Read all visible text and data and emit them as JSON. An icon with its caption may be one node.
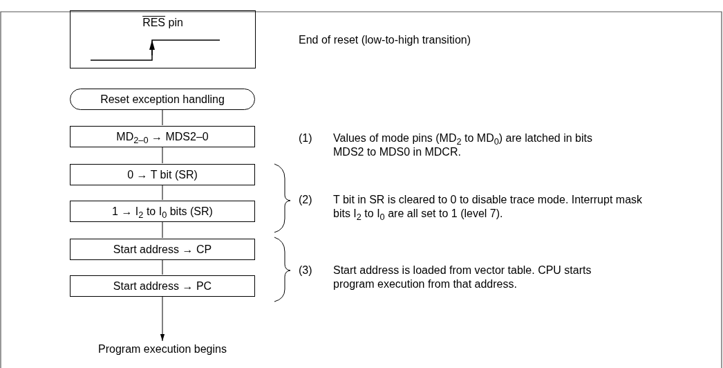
{
  "diagram": {
    "nodes": [
      {
        "text": [
          "RES pin"
        ],
        "beside": [
          "End of reset (low-to-high transition)"
        ]
      },
      {
        "text": [
          "Reset exception handling"
        ]
      },
      {
        "text": [
          "MD$_{2–0}$ → MDS2–0"
        ]
      },
      {
        "text": [
          "0 → T bit (SR)"
        ]
      },
      {
        "text": [
          "1 → I$_{2}$ to I$_{0}$ bits (SR)"
        ]
      },
      {
        "text": [
          "Start address → CP"
        ]
      },
      {
        "text": [
          "Start address → PC"
        ]
      },
      {
        "text": [
          "Program execution begins"
        ]
      }
    ],
    "edges": [
      {
        "from": 1,
        "to": 2,
        "arrow": "none"
      },
      {
        "from": 2,
        "to": 3,
        "arrow": "none"
      },
      {
        "from": 3,
        "to": 4,
        "arrow": "none"
      },
      {
        "from": 4,
        "to": 5,
        "arrow": "none"
      },
      {
        "from": 5,
        "to": 6,
        "arrow": "none"
      },
      {
        "from": 6,
        "to": 7,
        "arrow": "to"
      }
    ],
    "labels": [
      "(1)",
      "Values of mode pins (MD$_{2}$ to MD$_{0}$) are latched in bits MDS2 to MDS0 in MDCR.",
      "(2)",
      "T bit in SR is cleared to 0 to disable trace mode. Interrupt mask bits I$_{2}$ to I$_{0}$ are all set to 1 (level 7).",
      "(3)",
      "Start address is loaded from vector table. CPU starts program execution from that address."
    ]
  }
}
